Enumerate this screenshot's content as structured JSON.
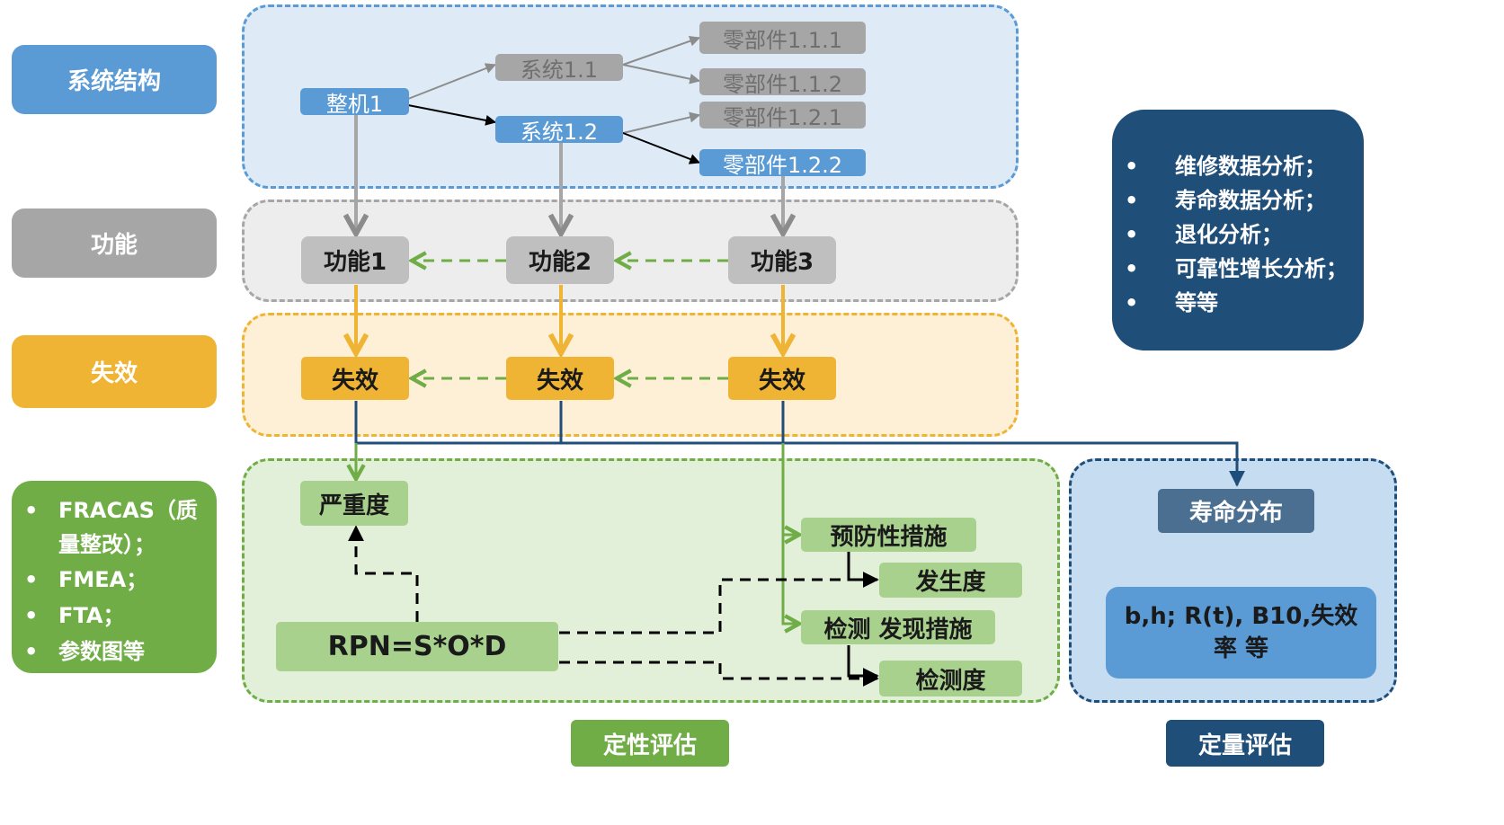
{
  "left_labels": {
    "system_structure": "系统结构",
    "function": "功能",
    "failure": "失效",
    "methods": [
      "FRACAS（质量整改）；",
      "FMEA；",
      "FTA；",
      "参数图等"
    ]
  },
  "system_tree": {
    "root": "整机1",
    "system_1_1": "系统1.1",
    "system_1_2": "系统1.2",
    "part_1_1_1": "零部件1.1.1",
    "part_1_1_2": "零部件1.1.2",
    "part_1_2_1": "零部件1.2.1",
    "part_1_2_2": "零部件1.2.2"
  },
  "functions": [
    "功能1",
    "功能2",
    "功能3"
  ],
  "failures": [
    "失效",
    "失效",
    "失效"
  ],
  "qualitative": {
    "severity": "严重度",
    "prevention": "预防性措施",
    "occurrence": "发生度",
    "detection_measure": "检测 发现措施",
    "detection": "检测度",
    "rpn": "RPN=S*O*D",
    "caption": "定性评估"
  },
  "quantitative": {
    "life_distribution": "寿命分布",
    "metrics": "b,h; R(t), B10,失效率 等",
    "caption": "定量评估"
  },
  "analysis_list": [
    "维修数据分析；",
    "寿命数据分析；",
    "退化分析；",
    "可靠性增长分析；",
    "等等"
  ],
  "colors": {
    "blue": "#5b9bd5",
    "gray": "#a6a6a6",
    "orange": "#f0b435",
    "green": "#70ad47",
    "navy": "#1f4e79",
    "light_blue": "#deebf7",
    "light_gray": "#ededed",
    "light_orange": "#fdf0d7",
    "light_green": "#e2efd9"
  }
}
